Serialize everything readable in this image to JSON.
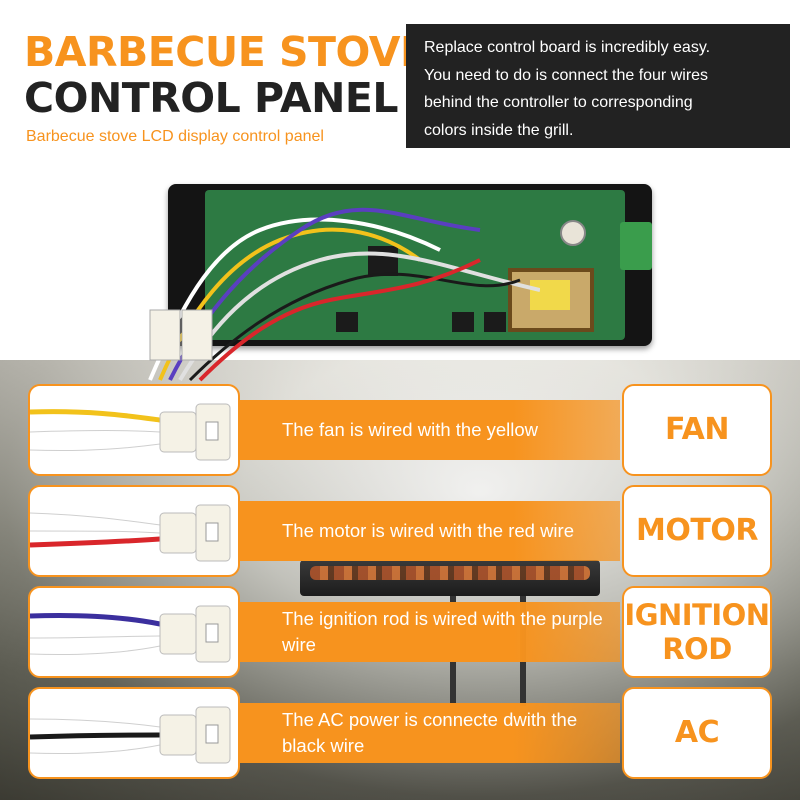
{
  "header": {
    "title_line1": "BARBECUE STOVE",
    "title_line2": "CONTROL PANEL",
    "subtitle": "Barbecue stove LCD display control panel"
  },
  "info": {
    "lines": [
      "Replace control board is incredibly easy.",
      "You need to do is connect the four wires",
      "behind the controller to corresponding",
      "colors inside the grill."
    ]
  },
  "rows": [
    {
      "text": "The fan is wired with the yellow",
      "label": "FAN",
      "wire_color": "#f2c21b"
    },
    {
      "text": "The motor is wired with the red wire",
      "label": "MOTOR",
      "wire_color": "#d9262b"
    },
    {
      "text": "The ignition rod is wired with the purple wire",
      "label": "IGNITION ROD",
      "wire_color": "#3b2f9e"
    },
    {
      "text": "The AC power is connecte dwith the black wire",
      "label": "AC",
      "wire_color": "#1a1a1a"
    }
  ],
  "colors": {
    "accent": "#f7931e",
    "dark": "#222222"
  },
  "icons": [
    "control-board-image",
    "wire-connector-image"
  ]
}
